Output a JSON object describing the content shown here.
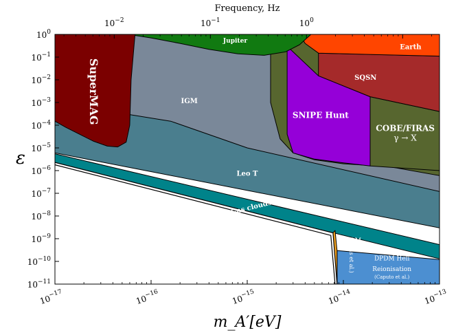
{
  "chart_data": {
    "type": "area",
    "title": "",
    "xlabel": "m_A′[eV]",
    "ylabel": "ε",
    "top_axis_label": "Frequency, Hz",
    "x_scale": "log",
    "y_scale": "log",
    "xlim": [
      1e-17,
      1e-13
    ],
    "ylim": [
      1e-11,
      1
    ],
    "x_ticks": [
      {
        "value": 1e-17,
        "base": "10",
        "exp": "−17"
      },
      {
        "value": 1e-16,
        "base": "10",
        "exp": "−16"
      },
      {
        "value": 1e-15,
        "base": "10",
        "exp": "−15"
      },
      {
        "value": 1e-14,
        "base": "10",
        "exp": "−14"
      },
      {
        "value": 1e-13,
        "base": "10",
        "exp": "−13"
      }
    ],
    "y_ticks": [
      {
        "value": 1,
        "base": "10",
        "exp": "0"
      },
      {
        "value": 0.1,
        "base": "10",
        "exp": "−1"
      },
      {
        "value": 0.01,
        "base": "10",
        "exp": "−2"
      },
      {
        "value": 0.001,
        "base": "10",
        "exp": "−3"
      },
      {
        "value": 0.0001,
        "base": "10",
        "exp": "−4"
      },
      {
        "value": 1e-05,
        "base": "10",
        "exp": "−5"
      },
      {
        "value": 1e-06,
        "base": "10",
        "exp": "−6"
      },
      {
        "value": 1e-07,
        "base": "10",
        "exp": "−7"
      },
      {
        "value": 1e-08,
        "base": "10",
        "exp": "−8"
      },
      {
        "value": 1e-09,
        "base": "10",
        "exp": "−9"
      },
      {
        "value": 1e-10,
        "base": "10",
        "exp": "−10"
      },
      {
        "value": 1e-11,
        "base": "10",
        "exp": "−11"
      }
    ],
    "top_ticks": [
      {
        "value": 0.01,
        "base": "10",
        "exp": "−2"
      },
      {
        "value": 0.1,
        "base": "10",
        "exp": "−1"
      },
      {
        "value": 1,
        "base": "10",
        "exp": "0"
      }
    ],
    "hz_per_ev": 241800000000000.0,
    "regions": [
      {
        "name": "Gas clouds",
        "color": "#00838a",
        "points": [
          [
            1e-17,
            5.5e-06
          ],
          [
            1e-13,
            5.5e-10
          ],
          [
            1e-13,
            1.3e-10
          ],
          [
            1e-17,
            1.8e-06
          ]
        ]
      },
      {
        "name": "Leo T",
        "color": "#4a7e8e",
        "points": [
          [
            1e-17,
            1.0
          ],
          [
            1e-13,
            1.0
          ],
          [
            1e-13,
            3e-09
          ],
          [
            1e-17,
            6e-06
          ]
        ]
      },
      {
        "name": "IGM",
        "color": "#7a8899",
        "points": [
          [
            1e-17,
            1.0
          ],
          [
            1e-13,
            1.0
          ],
          [
            1e-13,
            1.2e-07
          ],
          [
            1e-15,
            1e-05
          ],
          [
            1.6e-16,
            0.00015
          ],
          [
            1e-17,
            0.001
          ]
        ]
      },
      {
        "name": "",
        "color": "#57662f",
        "points": [
          [
            1.75e-15,
            1.0
          ],
          [
            1e-13,
            1.0
          ],
          [
            1e-13,
            6e-07
          ],
          [
            3e-14,
            1.5e-06
          ],
          [
            1e-14,
            2e-06
          ],
          [
            5e-15,
            3e-06
          ],
          [
            3e-15,
            6e-06
          ],
          [
            2.2e-15,
            2.5e-05
          ],
          [
            1.75e-15,
            0.001
          ]
        ]
      },
      {
        "name": "COBE/FIRAS",
        "sublabel": "γ → X",
        "color": "#57662f",
        "points": [
          [
            1.9e-14,
            0.0018
          ],
          [
            1e-13,
            0.0004
          ],
          [
            1e-13,
            1e-06
          ],
          [
            1.9e-14,
            1.6e-06
          ]
        ]
      },
      {
        "name": "SNIPE Hunt",
        "color": "#9500d8",
        "points": [
          [
            2.6e-15,
            0.3
          ],
          [
            5.5e-15,
            0.015
          ],
          [
            1.9e-14,
            0.0018
          ],
          [
            1.9e-14,
            1.6e-06
          ],
          [
            1e-14,
            2.2e-06
          ],
          [
            5e-15,
            3.2e-06
          ],
          [
            3e-15,
            6e-06
          ],
          [
            2.6e-15,
            4e-05
          ]
        ]
      },
      {
        "name": "SQSN",
        "color": "#a52a2a",
        "points": [
          [
            5.5e-15,
            0.15
          ],
          [
            1e-13,
            0.11
          ],
          [
            1e-13,
            0.0004
          ],
          [
            1.9e-14,
            0.0018
          ],
          [
            5.5e-15,
            0.015
          ]
        ]
      },
      {
        "name": "Earth",
        "color": "#ff4500",
        "points": [
          [
            3.5e-15,
            1.0
          ],
          [
            1e-13,
            1.0
          ],
          [
            1e-13,
            0.11
          ],
          [
            2e-14,
            0.13
          ],
          [
            5.5e-15,
            0.15
          ],
          [
            4e-15,
            0.4
          ]
        ]
      },
      {
        "name": "Jupiter",
        "color": "#117a11",
        "points": [
          [
            5.8e-17,
            1.0
          ],
          [
            4.6e-15,
            1.0
          ],
          [
            3.5e-15,
            0.35
          ],
          [
            2.5e-15,
            0.17
          ],
          [
            1.5e-15,
            0.12
          ],
          [
            8e-16,
            0.14
          ],
          [
            4e-16,
            0.22
          ],
          [
            2e-16,
            0.4
          ],
          [
            1e-16,
            0.7
          ]
        ]
      },
      {
        "name": "SuperMAG",
        "color": "#7b0000",
        "points": [
          [
            1e-17,
            1.0
          ],
          [
            6.8e-17,
            1.0
          ],
          [
            6.2e-17,
            0.01
          ],
          [
            6e-17,
            0.0001
          ],
          [
            5.5e-17,
            1.8e-05
          ],
          [
            4.5e-17,
            1.1e-05
          ],
          [
            3.5e-17,
            1.2e-05
          ],
          [
            2.5e-17,
            2e-05
          ],
          [
            1.8e-17,
            4e-05
          ],
          [
            1.3e-17,
            8e-05
          ],
          [
            1e-17,
            0.00015
          ]
        ]
      },
      {
        "name": "DPDM Heli",
        "sublabel": "Reionisation",
        "note": "(Caputo et al.)",
        "color": "#4c8fd1",
        "points": [
          [
            8.6e-15,
            3e-10
          ],
          [
            1e-13,
            1.2e-10
          ],
          [
            1e-13,
            1e-11
          ],
          [
            8.6e-15,
            1e-11
          ]
        ]
      },
      {
        "name": "DPDM",
        "note": "(Arias et al.)",
        "color": "#f0a020",
        "points": [
          [
            7.8e-15,
            1.8e-09
          ],
          [
            8.2e-15,
            2.3e-09
          ],
          [
            8.6e-15,
            3e-10
          ],
          [
            8.6e-15,
            1e-11
          ],
          [
            8.2e-15,
            1e-11
          ]
        ]
      }
    ],
    "labels": [
      {
        "region": "SuperMAG",
        "text_key": "name",
        "at": [
          2.5e-17,
          0.003
        ],
        "size": 16,
        "bold": true,
        "rotate": 90
      },
      {
        "region": "Jupiter",
        "text_key": "name",
        "at": [
          7.5e-16,
          0.52
        ],
        "size": 9,
        "bold": true,
        "rotate": 0
      },
      {
        "region": "Earth",
        "text_key": "name",
        "at": [
          5e-14,
          0.27
        ],
        "size": 10,
        "bold": true,
        "rotate": 0
      },
      {
        "region": "SQSN",
        "text_key": "name",
        "at": [
          1.7e-14,
          0.012
        ],
        "size": 10,
        "bold": true,
        "rotate": 0
      },
      {
        "region": "IGM",
        "text_key": "name",
        "at": [
          2.5e-16,
          0.0011
        ],
        "size": 10,
        "bold": true,
        "rotate": 0
      },
      {
        "region": "SNIPE Hunt",
        "text_key": "name",
        "at": [
          5.8e-15,
          0.00027
        ],
        "size": 12,
        "bold": true,
        "rotate": 0
      },
      {
        "region": "COBE/FIRAS",
        "text_key": "name",
        "at": [
          4.4e-14,
          7e-05
        ],
        "size": 12,
        "bold": true,
        "rotate": 0
      },
      {
        "region": "COBE/FIRAS",
        "text_key": "sublabel",
        "at": [
          4.4e-14,
          2.7e-05
        ],
        "size": 12,
        "bold": false,
        "rotate": 0
      },
      {
        "region": "Leo T",
        "text_key": "name",
        "at": [
          1e-15,
          7e-07
        ],
        "size": 10,
        "bold": true,
        "rotate": 0
      },
      {
        "region": "Gas clouds",
        "text_key": "name",
        "at": [
          1.1e-15,
          2.3e-08
        ],
        "size": 10,
        "bold": true,
        "rotate": -14
      },
      {
        "region": "DPDM",
        "text_key": "name",
        "at": [
          1.2e-14,
          8e-10
        ],
        "size": 9,
        "bold": false,
        "rotate": 0
      },
      {
        "region": "DPDM",
        "text_key": "note",
        "at": [
          1.2e-14,
          1.8e-10
        ],
        "size": 8,
        "bold": false,
        "rotate": 90
      },
      {
        "region": "DPDM Heli",
        "text_key": "name",
        "at": [
          3.2e-14,
          1.3e-10
        ],
        "size": 9,
        "bold": false,
        "rotate": 0
      },
      {
        "region": "DPDM Heli",
        "text_key": "sublabel",
        "at": [
          3.2e-14,
          4.5e-11
        ],
        "size": 9,
        "bold": false,
        "rotate": 0
      },
      {
        "region": "DPDM Heli",
        "text_key": "note",
        "at": [
          3.2e-14,
          2e-11
        ],
        "size": 7,
        "bold": false,
        "rotate": 0
      }
    ],
    "white_gap_band": {
      "color": "#ffffff",
      "upper": [
        [
          1e-17,
          2.3e-06
        ],
        [
          7.8e-15,
          1.8e-09
        ],
        [
          8.6e-15,
          1e-11
        ]
      ],
      "lower": [
        [
          1e-17,
          1.8e-06
        ],
        [
          7.4e-15,
          1.4e-09
        ],
        [
          8.2e-15,
          1e-11
        ]
      ]
    }
  }
}
